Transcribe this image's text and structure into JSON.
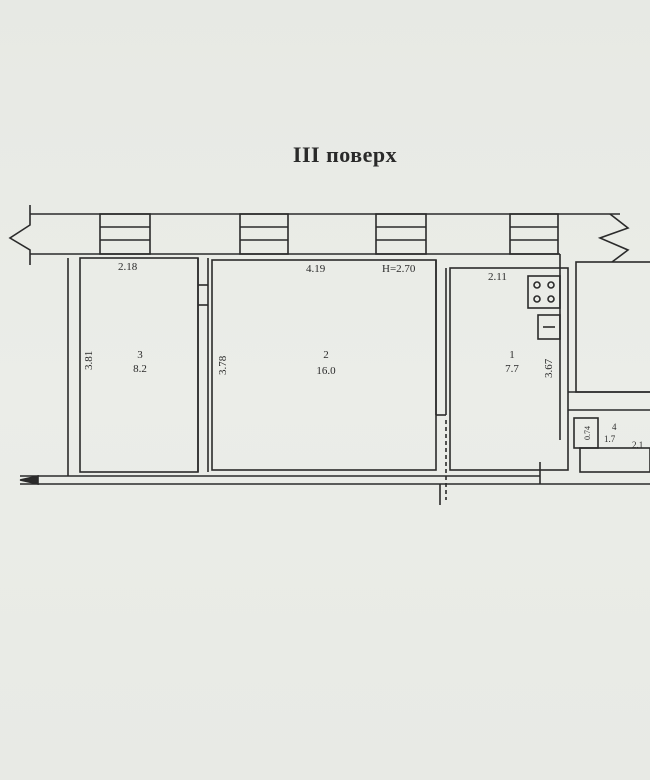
{
  "title": "III поверх",
  "colors": {
    "ink": "#2b2b2b",
    "paper": "#e9ebe6"
  },
  "rooms": [
    {
      "number": "3",
      "area": "8.2",
      "width": "2.18",
      "depth": "3.81"
    },
    {
      "number": "2",
      "area": "16.0",
      "width": "4.19",
      "depth": "3.78",
      "height": "H=2.70"
    },
    {
      "number": "1",
      "area": "7.7",
      "width": "2.11",
      "depth": "3.67"
    },
    {
      "number": "4",
      "area": "1.7",
      "width": "0.74",
      "extra": "2.1"
    }
  ]
}
